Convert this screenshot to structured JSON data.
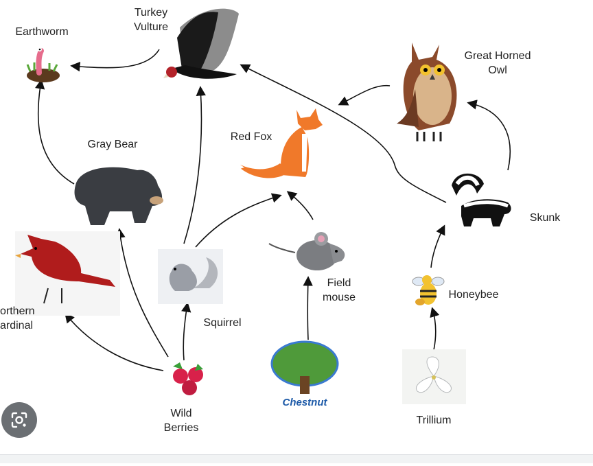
{
  "organisms": {
    "earthworm": "Earthworm",
    "turkey_vulture": "Turkey\nVulture",
    "great_horned_owl": "Great Horned\nOwl",
    "gray_bear": "Gray Bear",
    "red_fox": "Red Fox",
    "skunk": "Skunk",
    "northern_cardinal": "orthern\nardinal",
    "squirrel": "Squirrel",
    "field_mouse": "Field\nmouse",
    "honeybee": "Honeybee",
    "wild_berries": "Wild\nBerries",
    "chestnut": "Chestnut",
    "trillium": "Trillium"
  },
  "icons": {
    "lens": "google-lens-icon"
  }
}
